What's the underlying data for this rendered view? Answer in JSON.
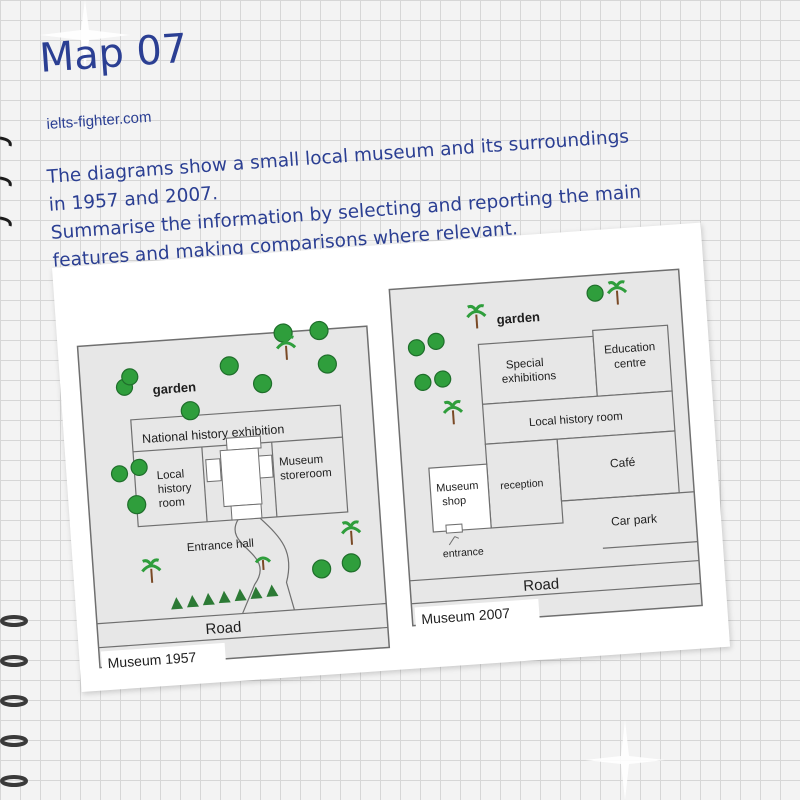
{
  "header": {
    "title": "Map 07",
    "site": "ielts-fighter.com",
    "prompt_lines": [
      "The diagrams show a small local museum and its surroundings",
      "in 1957 and 2007.",
      "Summarise the information by selecting and reporting the main",
      "features and making comparisons where relevant."
    ]
  },
  "map_1957": {
    "caption": "Museum 1957",
    "garden": "garden",
    "national_history": "National history exhibition",
    "local_history": [
      "Local",
      "history",
      "room"
    ],
    "storeroom": [
      "Museum",
      "storeroom"
    ],
    "entrance_hall": "Entrance hall",
    "road": "Road"
  },
  "map_2007": {
    "caption": "Museum 2007",
    "garden": "garden",
    "special_exhibitions": [
      "Special",
      "exhibitions"
    ],
    "education_centre": [
      "Education",
      "centre"
    ],
    "local_history": "Local history room",
    "museum_shop": [
      "Museum",
      "shop"
    ],
    "reception": "reception",
    "cafe": "Café",
    "car_park": "Car park",
    "entrance": "entrance",
    "road": "Road"
  },
  "colors": {
    "title": "#2b3f93",
    "map_fill": "#e7e7e7",
    "map_stroke": "#6f6f6f",
    "tree": "#2f9e3c",
    "pine": "#2c7a35",
    "trunk": "#7a4a26"
  }
}
